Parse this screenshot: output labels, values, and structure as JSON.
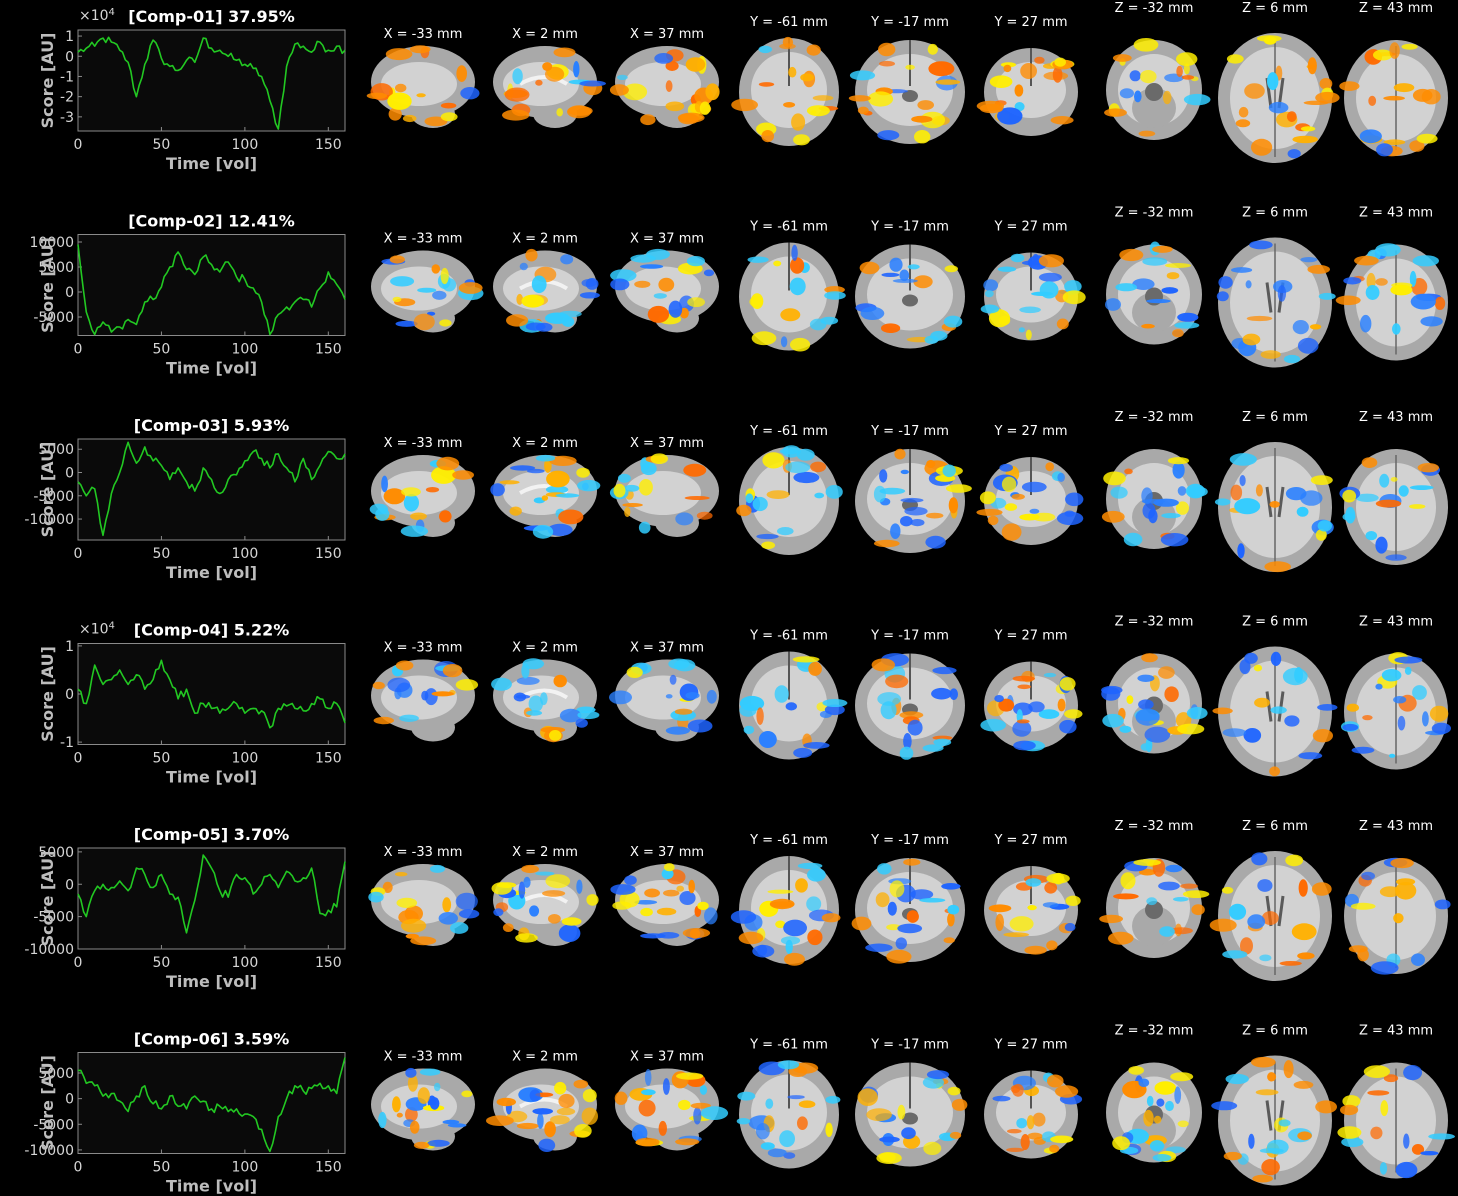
{
  "figure": {
    "slice_labels": [
      "X = -33 mm",
      "X = 2 mm",
      "X = 37 mm",
      "Y = -61 mm",
      "Y = -17 mm",
      "Y = 27 mm",
      "Z = -32 mm",
      "Z = 6 mm",
      "Z = 43 mm"
    ],
    "colors": {
      "background": "#000000",
      "plot_bg": "#0a0a0a",
      "line": "#22c822",
      "positive": "#ff8c00",
      "positive_hot": "#ffee00",
      "negative": "#1e64ff",
      "negative_light": "#33ccff"
    }
  },
  "chart_data": [
    {
      "type": "line",
      "title": "[Comp-01] 37.95%",
      "xlabel": "Time [vol]",
      "ylabel": "Score [AU]",
      "scale_exponent": "×10^4",
      "xlim": [
        0,
        160
      ],
      "ylim": [
        -3.7,
        1.3
      ],
      "xticks": [
        0,
        50,
        100,
        150
      ],
      "yticks": [
        1,
        0,
        -1,
        -2,
        -3
      ],
      "ytick_labels": [
        "1",
        "0",
        "-1",
        "-2",
        "-3"
      ],
      "x": [
        0,
        5,
        10,
        15,
        20,
        25,
        30,
        35,
        40,
        45,
        50,
        55,
        60,
        65,
        70,
        75,
        80,
        85,
        90,
        95,
        100,
        105,
        110,
        115,
        120,
        125,
        130,
        135,
        140,
        145,
        150,
        155,
        160
      ],
      "values": [
        0.2,
        0.4,
        0.5,
        0.9,
        0.7,
        0.3,
        -0.3,
        -2.0,
        -0.4,
        0.8,
        -0.1,
        -0.5,
        -0.7,
        -0.2,
        -0.3,
        0.9,
        0.4,
        0.3,
        0.0,
        -0.2,
        -0.4,
        -0.6,
        -1.0,
        -2.2,
        -3.6,
        -0.5,
        0.6,
        0.5,
        0.2,
        0.7,
        0.3,
        0.5,
        0.3
      ]
    },
    {
      "type": "line",
      "title": "[Comp-02] 12.41%",
      "xlabel": "Time [vol]",
      "ylabel": "Score [AU]",
      "xlim": [
        0,
        160
      ],
      "ylim": [
        -8700,
        11500
      ],
      "xticks": [
        0,
        50,
        100,
        150
      ],
      "yticks": [
        10000,
        5000,
        0,
        -5000
      ],
      "ytick_labels": [
        "10000",
        "5000",
        "0",
        "-5000"
      ],
      "x": [
        0,
        5,
        10,
        15,
        20,
        25,
        30,
        35,
        40,
        45,
        50,
        55,
        60,
        65,
        70,
        75,
        80,
        85,
        90,
        95,
        100,
        105,
        110,
        115,
        120,
        125,
        130,
        135,
        140,
        145,
        150,
        155,
        160
      ],
      "values": [
        9500,
        -4000,
        -8500,
        -6000,
        -8000,
        -7000,
        -5500,
        -6500,
        -2000,
        -1500,
        1000,
        5000,
        8000,
        4500,
        3500,
        7000,
        5500,
        4000,
        6000,
        3000,
        2500,
        800,
        -2000,
        -8500,
        -4500,
        -3000,
        -2000,
        -1500,
        -3000,
        800,
        4000,
        1500,
        -1500
      ]
    },
    {
      "type": "line",
      "title": "[Comp-03] 5.93%",
      "xlabel": "Time [vol]",
      "ylabel": "Score [AU]",
      "xlim": [
        0,
        160
      ],
      "ylim": [
        -14500,
        7200
      ],
      "xticks": [
        0,
        50,
        100,
        150
      ],
      "yticks": [
        5000,
        0,
        -5000,
        -10000
      ],
      "ytick_labels": [
        "5000",
        "0",
        "-5000",
        "-10000"
      ],
      "x": [
        0,
        5,
        10,
        15,
        20,
        25,
        30,
        35,
        40,
        45,
        50,
        55,
        60,
        65,
        70,
        75,
        80,
        85,
        90,
        95,
        100,
        105,
        110,
        115,
        120,
        125,
        130,
        135,
        140,
        145,
        150,
        155,
        160
      ],
      "values": [
        -2000,
        -5000,
        -3500,
        -13500,
        -4500,
        0,
        6500,
        2000,
        5500,
        2500,
        1500,
        -1500,
        1000,
        -2000,
        -4000,
        1000,
        -1500,
        -4500,
        -1500,
        -500,
        2500,
        4500,
        3000,
        1000,
        4000,
        1000,
        -2000,
        3000,
        -1500,
        1500,
        4500,
        3000,
        4000
      ]
    },
    {
      "type": "line",
      "title": "[Comp-04] 5.22%",
      "xlabel": "Time [vol]",
      "ylabel": "Score [AU]",
      "scale_exponent": "×10^4",
      "xlim": [
        0,
        160
      ],
      "ylim": [
        -1.05,
        1.05
      ],
      "xticks": [
        0,
        50,
        100,
        150
      ],
      "yticks": [
        1,
        0,
        -1
      ],
      "ytick_labels": [
        "1",
        "0",
        "-1"
      ],
      "x": [
        0,
        5,
        10,
        15,
        20,
        25,
        30,
        35,
        40,
        45,
        50,
        55,
        60,
        65,
        70,
        75,
        80,
        85,
        90,
        95,
        100,
        105,
        110,
        115,
        120,
        125,
        130,
        135,
        140,
        145,
        150,
        155,
        160
      ],
      "values": [
        0.1,
        -0.2,
        0.6,
        0.2,
        0.3,
        0.5,
        0.2,
        0.4,
        0.1,
        0.3,
        0.7,
        0.3,
        -0.1,
        0.1,
        -0.4,
        -0.2,
        -0.3,
        -0.4,
        -0.3,
        -0.2,
        -0.4,
        -0.3,
        -0.35,
        -0.7,
        -0.3,
        -0.25,
        -0.3,
        -0.35,
        -0.2,
        -0.1,
        -0.3,
        -0.2,
        -0.6
      ]
    },
    {
      "type": "line",
      "title": "[Comp-05] 3.70%",
      "xlabel": "Time [vol]",
      "ylabel": "Score [AU]",
      "xlim": [
        0,
        160
      ],
      "ylim": [
        -10000,
        5600
      ],
      "xticks": [
        0,
        50,
        100,
        150
      ],
      "yticks": [
        5000,
        0,
        -5000,
        -10000
      ],
      "ytick_labels": [
        "5000",
        "0",
        "-5000",
        "-10000"
      ],
      "x": [
        0,
        5,
        10,
        15,
        20,
        25,
        30,
        35,
        40,
        45,
        50,
        55,
        60,
        65,
        70,
        75,
        80,
        85,
        90,
        95,
        100,
        105,
        110,
        115,
        120,
        125,
        130,
        135,
        140,
        145,
        150,
        155,
        160
      ],
      "values": [
        -1500,
        -5000,
        -1000,
        0,
        -500,
        500,
        -1000,
        2500,
        1500,
        -500,
        1500,
        -1500,
        -2000,
        -7500,
        -2500,
        4500,
        2500,
        -1000,
        -2000,
        1500,
        1000,
        -1500,
        0,
        1500,
        -500,
        2000,
        500,
        1000,
        2500,
        -4500,
        -4000,
        -3500,
        3500
      ]
    },
    {
      "type": "line",
      "title": "[Comp-06] 3.59%",
      "xlabel": "Time [vol]",
      "ylabel": "Score [AU]",
      "xlim": [
        0,
        160
      ],
      "ylim": [
        -10700,
        9000
      ],
      "xticks": [
        0,
        50,
        100,
        150
      ],
      "yticks": [
        5000,
        0,
        -5000,
        -10000
      ],
      "ytick_labels": [
        "5000",
        "0",
        "-5000",
        "-10000"
      ],
      "x": [
        0,
        5,
        10,
        15,
        20,
        25,
        30,
        35,
        40,
        45,
        50,
        55,
        60,
        65,
        70,
        75,
        80,
        85,
        90,
        95,
        100,
        105,
        110,
        115,
        120,
        125,
        130,
        135,
        140,
        145,
        150,
        155,
        160
      ],
      "values": [
        5500,
        3000,
        2500,
        500,
        1000,
        -500,
        -2500,
        500,
        2500,
        -1000,
        -2000,
        500,
        -1500,
        -2000,
        500,
        -500,
        -2000,
        -1500,
        -2500,
        -2000,
        -3000,
        -3500,
        -6000,
        -10300,
        -3500,
        0,
        2500,
        1500,
        2000,
        3000,
        2500,
        1000,
        8000
      ]
    }
  ]
}
